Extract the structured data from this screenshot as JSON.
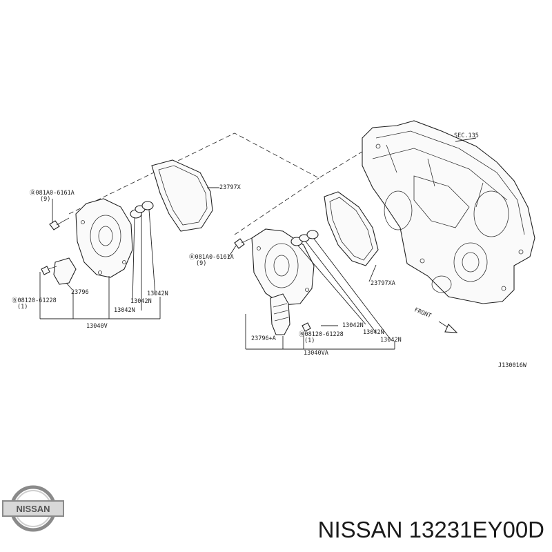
{
  "labels": {
    "sec": "SEC.135",
    "g_upper": "23797X",
    "g_lower": "23797XA",
    "bolt_a_left": "Ⓑ081A0-6161A",
    "bolt_a_left_qty": "(9)",
    "bolt_a_right": "Ⓑ081A0-6161A",
    "bolt_a_right_qty": "(9)",
    "sol_left": "23796",
    "bolt_b_left": "Ⓑ08120-61228",
    "bolt_b_left_qty": "(1)",
    "o1": "13042N",
    "o2": "13042N",
    "o3": "13042N",
    "asm_left": "13040V",
    "o4": "13042N",
    "o5": "13042N",
    "o6": "13042N",
    "sol_right": "23796+A",
    "bolt_b_right": "Ⓑ08120-61228",
    "bolt_b_right_qty": "(1)",
    "asm_right": "13040VA",
    "front": "FRONT",
    "ref": "J130016W"
  },
  "brand": {
    "logo_text": "NISSAN"
  },
  "footer": {
    "title": "NISSAN 13231EY00D"
  }
}
